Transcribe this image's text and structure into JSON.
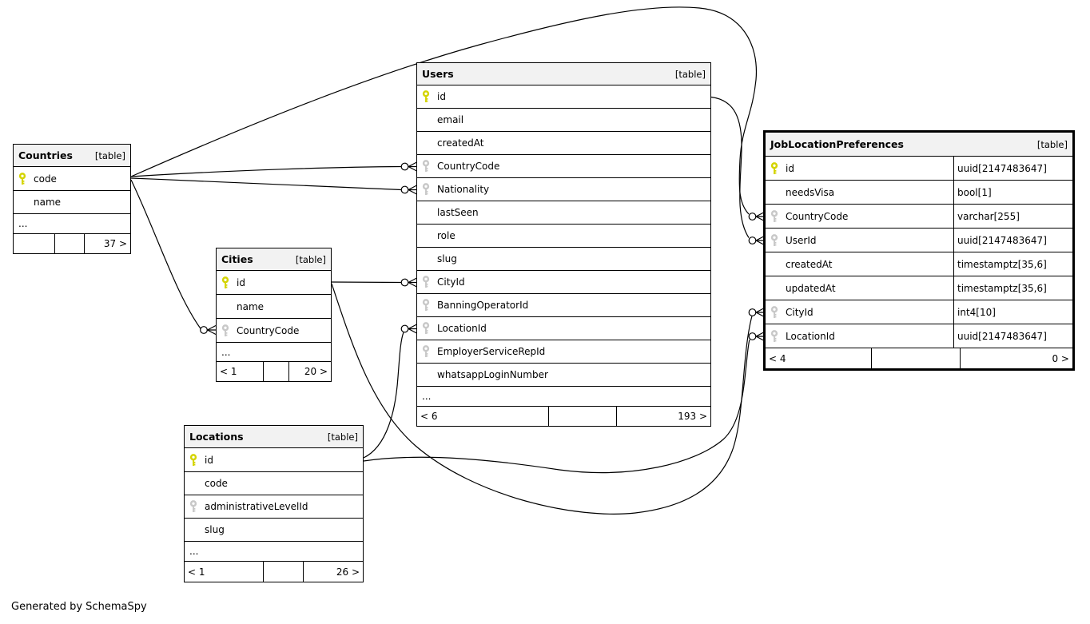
{
  "note": "Generated by SchemaSpy",
  "colors": {
    "primary_key": "#d4d400",
    "foreign_key": "#c8c8c8",
    "header_bg": "#f2f2f2",
    "edge": "#000000"
  },
  "icons": {
    "primary_key": "key-icon",
    "foreign_key": "key-icon",
    "fk_endpoint": "crowfoot-circle-marker"
  },
  "tables": {
    "countries": {
      "name": "Countries",
      "tag": "[table]",
      "rows": [
        {
          "label": "code"
        },
        {
          "label": "name"
        },
        {
          "label": "..."
        }
      ],
      "footer": {
        "left": "",
        "mid": "",
        "right": "37 >"
      }
    },
    "users": {
      "name": "Users",
      "tag": "[table]",
      "rows": [
        {
          "label": "id"
        },
        {
          "label": "email"
        },
        {
          "label": "createdAt"
        },
        {
          "label": "CountryCode"
        },
        {
          "label": "Nationality"
        },
        {
          "label": "lastSeen"
        },
        {
          "label": "role"
        },
        {
          "label": "slug"
        },
        {
          "label": "CityId"
        },
        {
          "label": "BanningOperatorId"
        },
        {
          "label": "LocationId"
        },
        {
          "label": "EmployerServiceRepId"
        },
        {
          "label": "whatsappLoginNumber"
        },
        {
          "label": "..."
        }
      ],
      "footer": {
        "left": "< 6",
        "mid": "",
        "right": "193 >"
      }
    },
    "cities": {
      "name": "Cities",
      "tag": "[table]",
      "rows": [
        {
          "label": "id"
        },
        {
          "label": "name"
        },
        {
          "label": "CountryCode"
        },
        {
          "label": "..."
        }
      ],
      "footer": {
        "left": "< 1",
        "mid": "",
        "right": "20 >"
      }
    },
    "locations": {
      "name": "Locations",
      "tag": "[table]",
      "rows": [
        {
          "label": "id"
        },
        {
          "label": "code"
        },
        {
          "label": "administrativeLevelId"
        },
        {
          "label": "slug"
        },
        {
          "label": "..."
        }
      ],
      "footer": {
        "left": "< 1",
        "mid": "",
        "right": "26 >"
      }
    },
    "job_location_preferences": {
      "name": "JobLocationPreferences",
      "tag": "[table]",
      "rows": [
        {
          "label": "id",
          "type": "uuid[2147483647]"
        },
        {
          "label": "needsVisa",
          "type": "bool[1]"
        },
        {
          "label": "CountryCode",
          "type": "varchar[255]"
        },
        {
          "label": "UserId",
          "type": "uuid[2147483647]"
        },
        {
          "label": "createdAt",
          "type": "timestamptz[35,6]"
        },
        {
          "label": "updatedAt",
          "type": "timestamptz[35,6]"
        },
        {
          "label": "CityId",
          "type": "int4[10]"
        },
        {
          "label": "LocationId",
          "type": "uuid[2147483647]"
        }
      ],
      "footer": {
        "left": "< 4",
        "mid": "",
        "right": "0 >"
      }
    }
  }
}
